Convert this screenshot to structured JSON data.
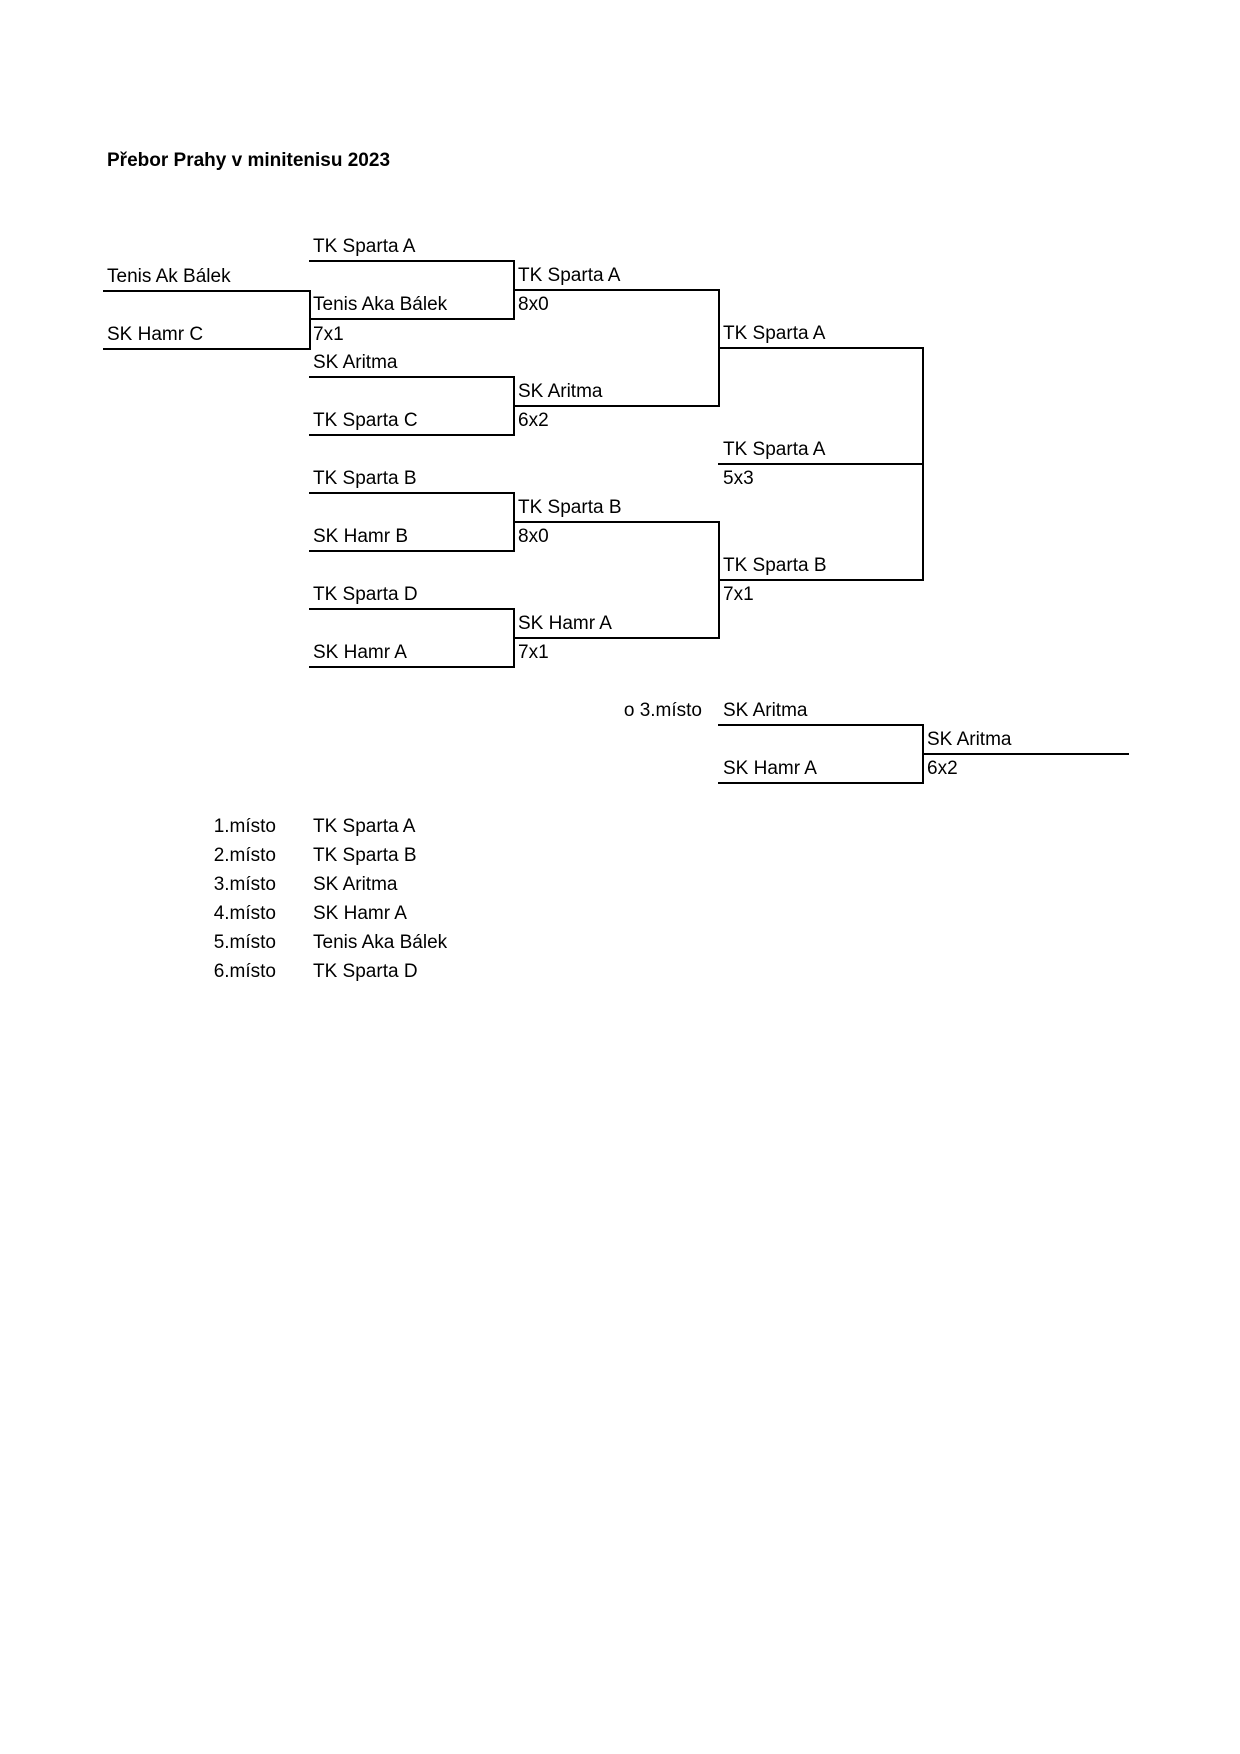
{
  "title": "Přebor Prahy v minitenisu 2023",
  "round0": {
    "team1": "Tenis Ak Bálek",
    "team2": "SK Hamr C"
  },
  "round1": {
    "team1": "TK Sparta A",
    "team2": "Tenis Aka Bálek",
    "team2_score": "7x1",
    "team3": "SK Aritma",
    "team4": "TK Sparta C",
    "team5": "TK Sparta B",
    "team6": "SK Hamr B",
    "team7": "TK Sparta D",
    "team8": "SK Hamr A"
  },
  "round2": {
    "winner1": "TK Sparta A",
    "score1": "8x0",
    "winner2": "SK Aritma",
    "score2": "6x2",
    "winner3": "TK Sparta B",
    "score3": "8x0",
    "winner4": "SK Hamr A",
    "score4": "7x1"
  },
  "semifinal": {
    "winner1": "TK Sparta A",
    "winner2": "TK Sparta B",
    "score2": "7x1"
  },
  "final": {
    "winner": "TK Sparta A",
    "score": "5x3"
  },
  "third_place": {
    "label": "o 3.místo",
    "team1": "SK Aritma",
    "team2": "SK Hamr A",
    "winner": "SK Aritma",
    "score": "6x2"
  },
  "standings": [
    {
      "place": "1.místo",
      "team": "TK Sparta A"
    },
    {
      "place": "2.místo",
      "team": "TK Sparta B"
    },
    {
      "place": "3.místo",
      "team": "SK Aritma"
    },
    {
      "place": "4.místo",
      "team": "SK Hamr A"
    },
    {
      "place": "5.místo",
      "team": "Tenis Aka Bálek"
    },
    {
      "place": "6.místo",
      "team": "TK Sparta D"
    }
  ]
}
